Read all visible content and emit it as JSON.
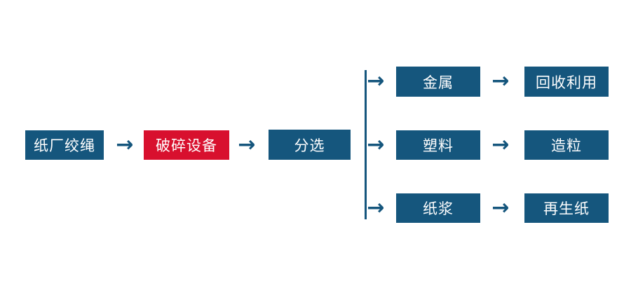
{
  "diagram": {
    "arrow_glyph": "→",
    "colors": {
      "node_blue": "#15567d",
      "node_red": "#d8102e",
      "arrow_blue": "#15567d",
      "text": "#ffffff",
      "background": "#ffffff"
    },
    "nodes": {
      "source": "纸厂绞绳",
      "crusher": "破碎设备",
      "sorting": "分选",
      "metal": "金属",
      "recycling": "回收利用",
      "plastic": "塑料",
      "pelletizing": "造粒",
      "pulp": "纸浆",
      "recycled_paper": "再生纸"
    }
  }
}
